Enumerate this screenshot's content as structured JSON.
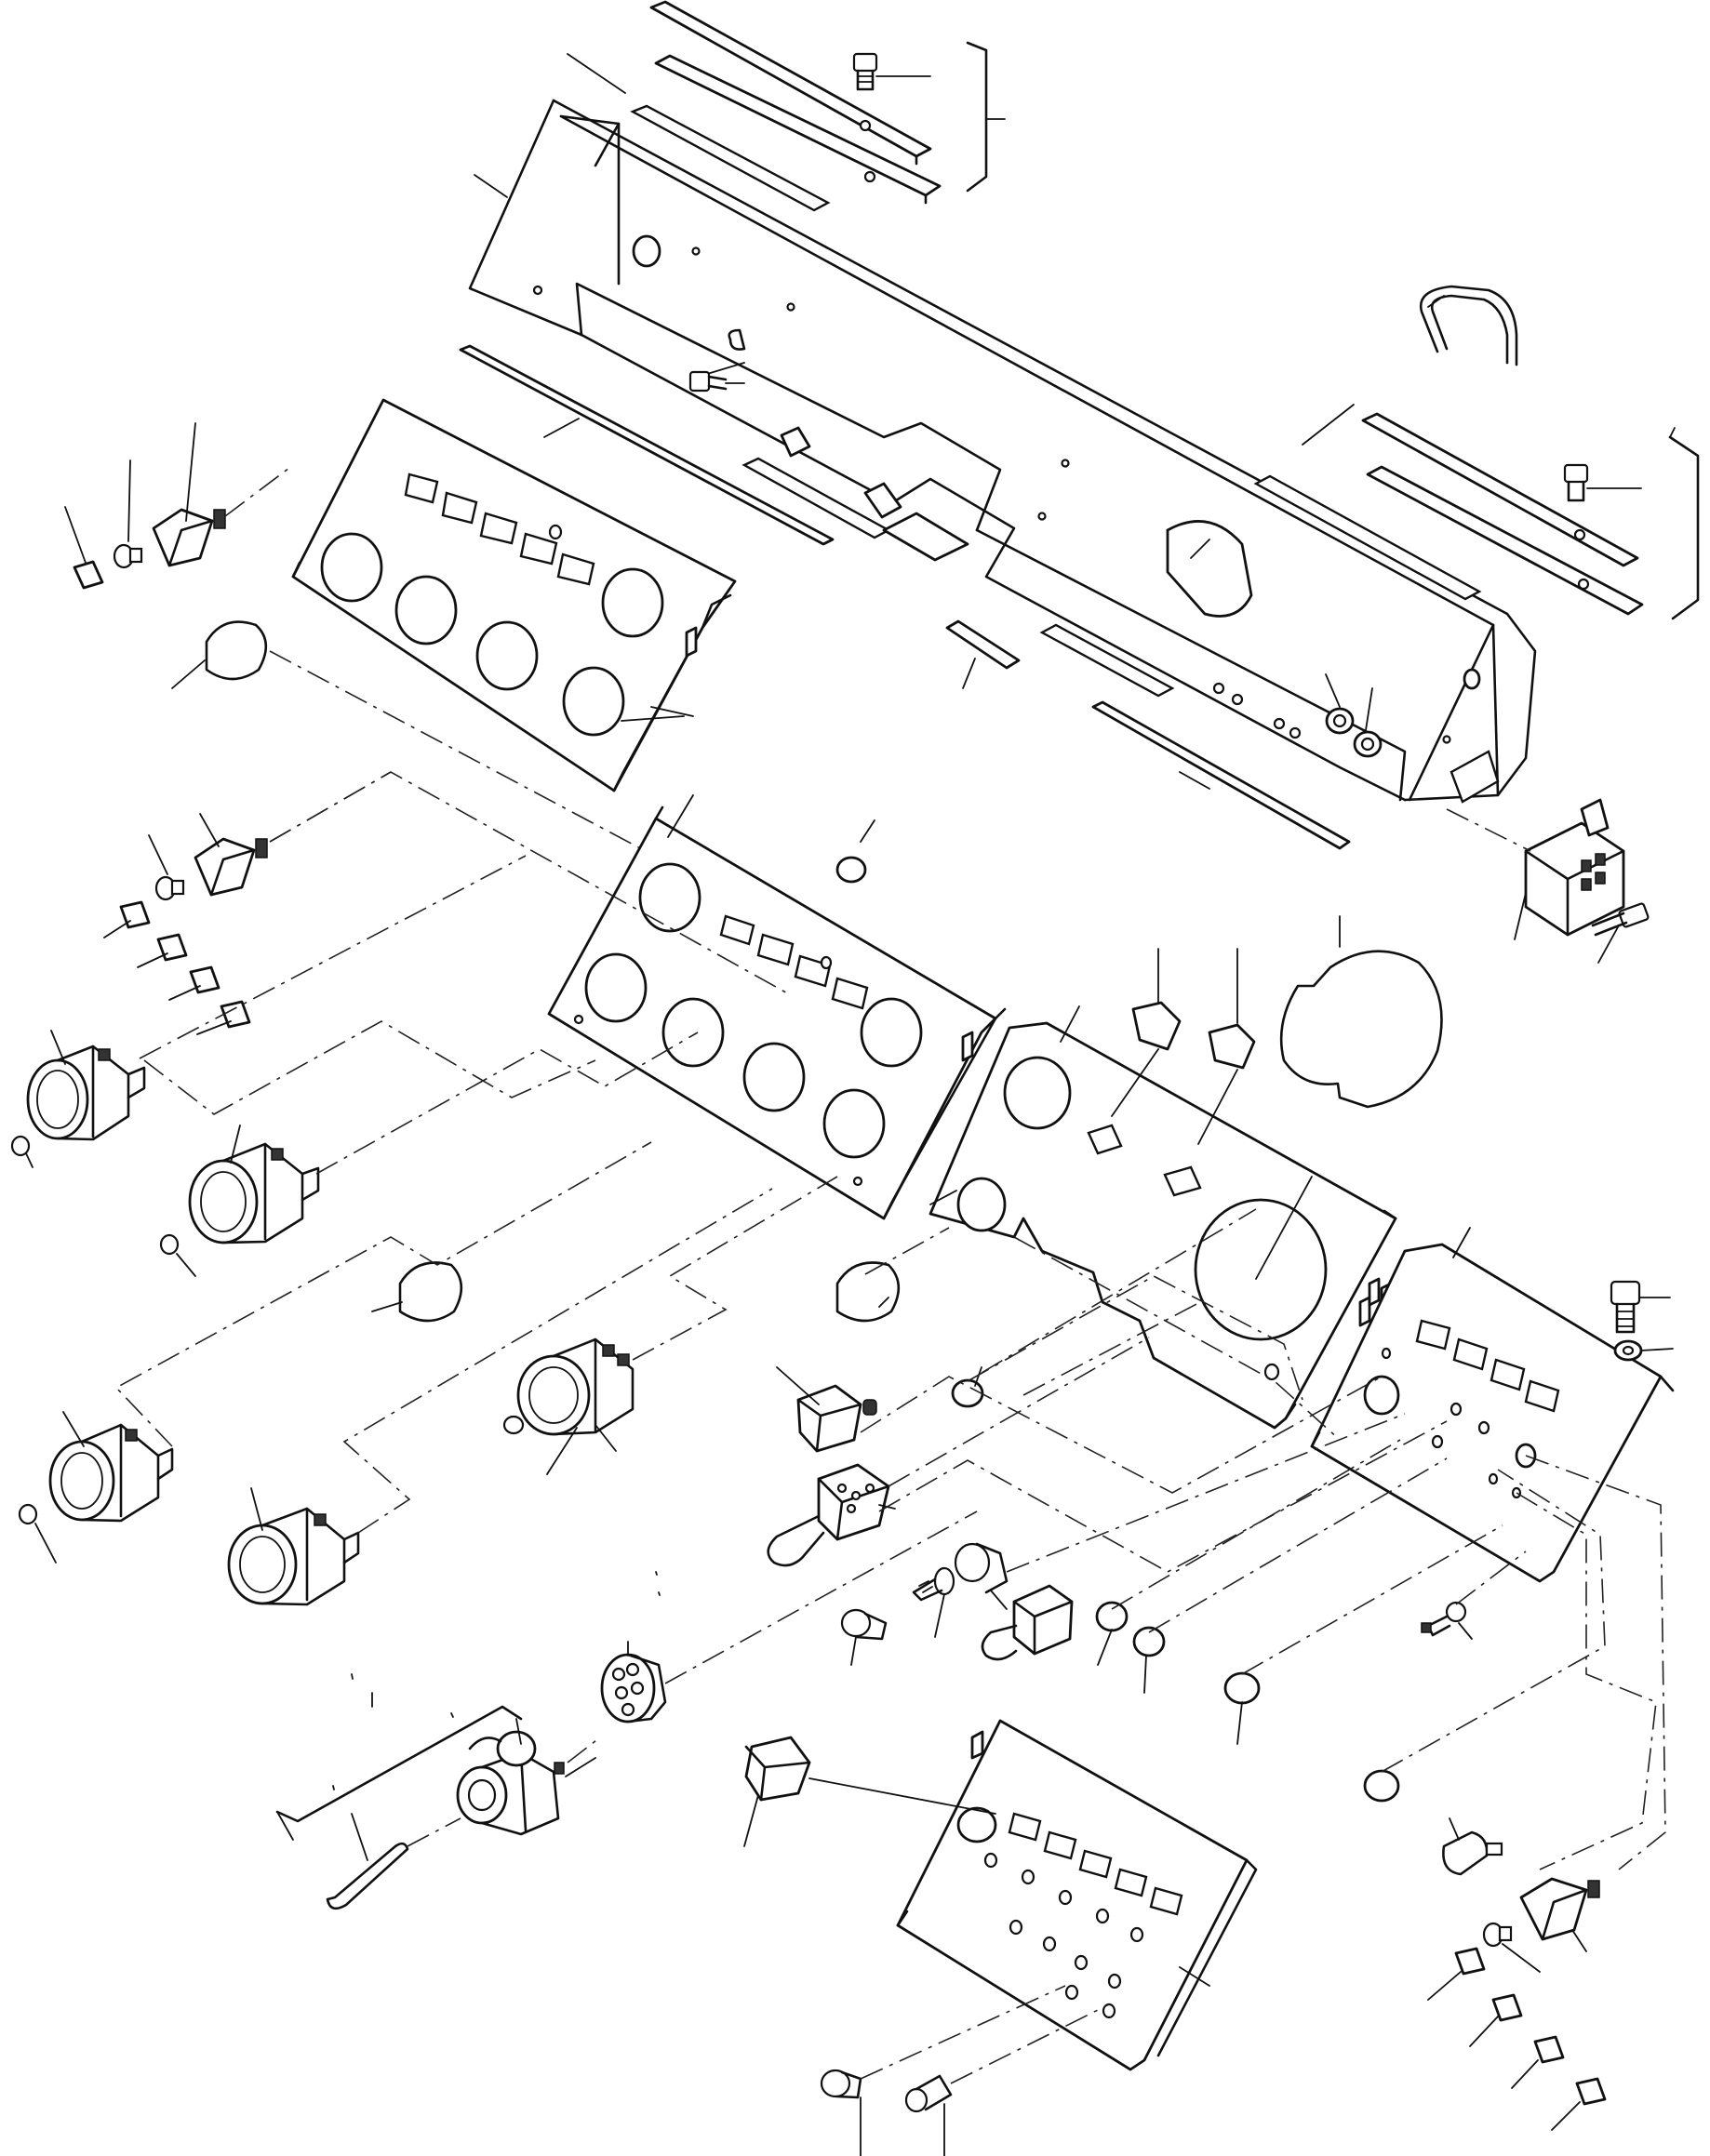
{
  "figure": {
    "title": "",
    "text_labels": []
  },
  "colors": {
    "line": "#111111",
    "background": "#ffffff"
  },
  "components": [
    "console-housing",
    "upper-left-panel",
    "center-gauge-panel",
    "tacho-panel",
    "right-switch-panel",
    "lower-switch-panel",
    "gauges",
    "rocker-switches",
    "ignition-switch",
    "connector-block",
    "handle"
  ]
}
